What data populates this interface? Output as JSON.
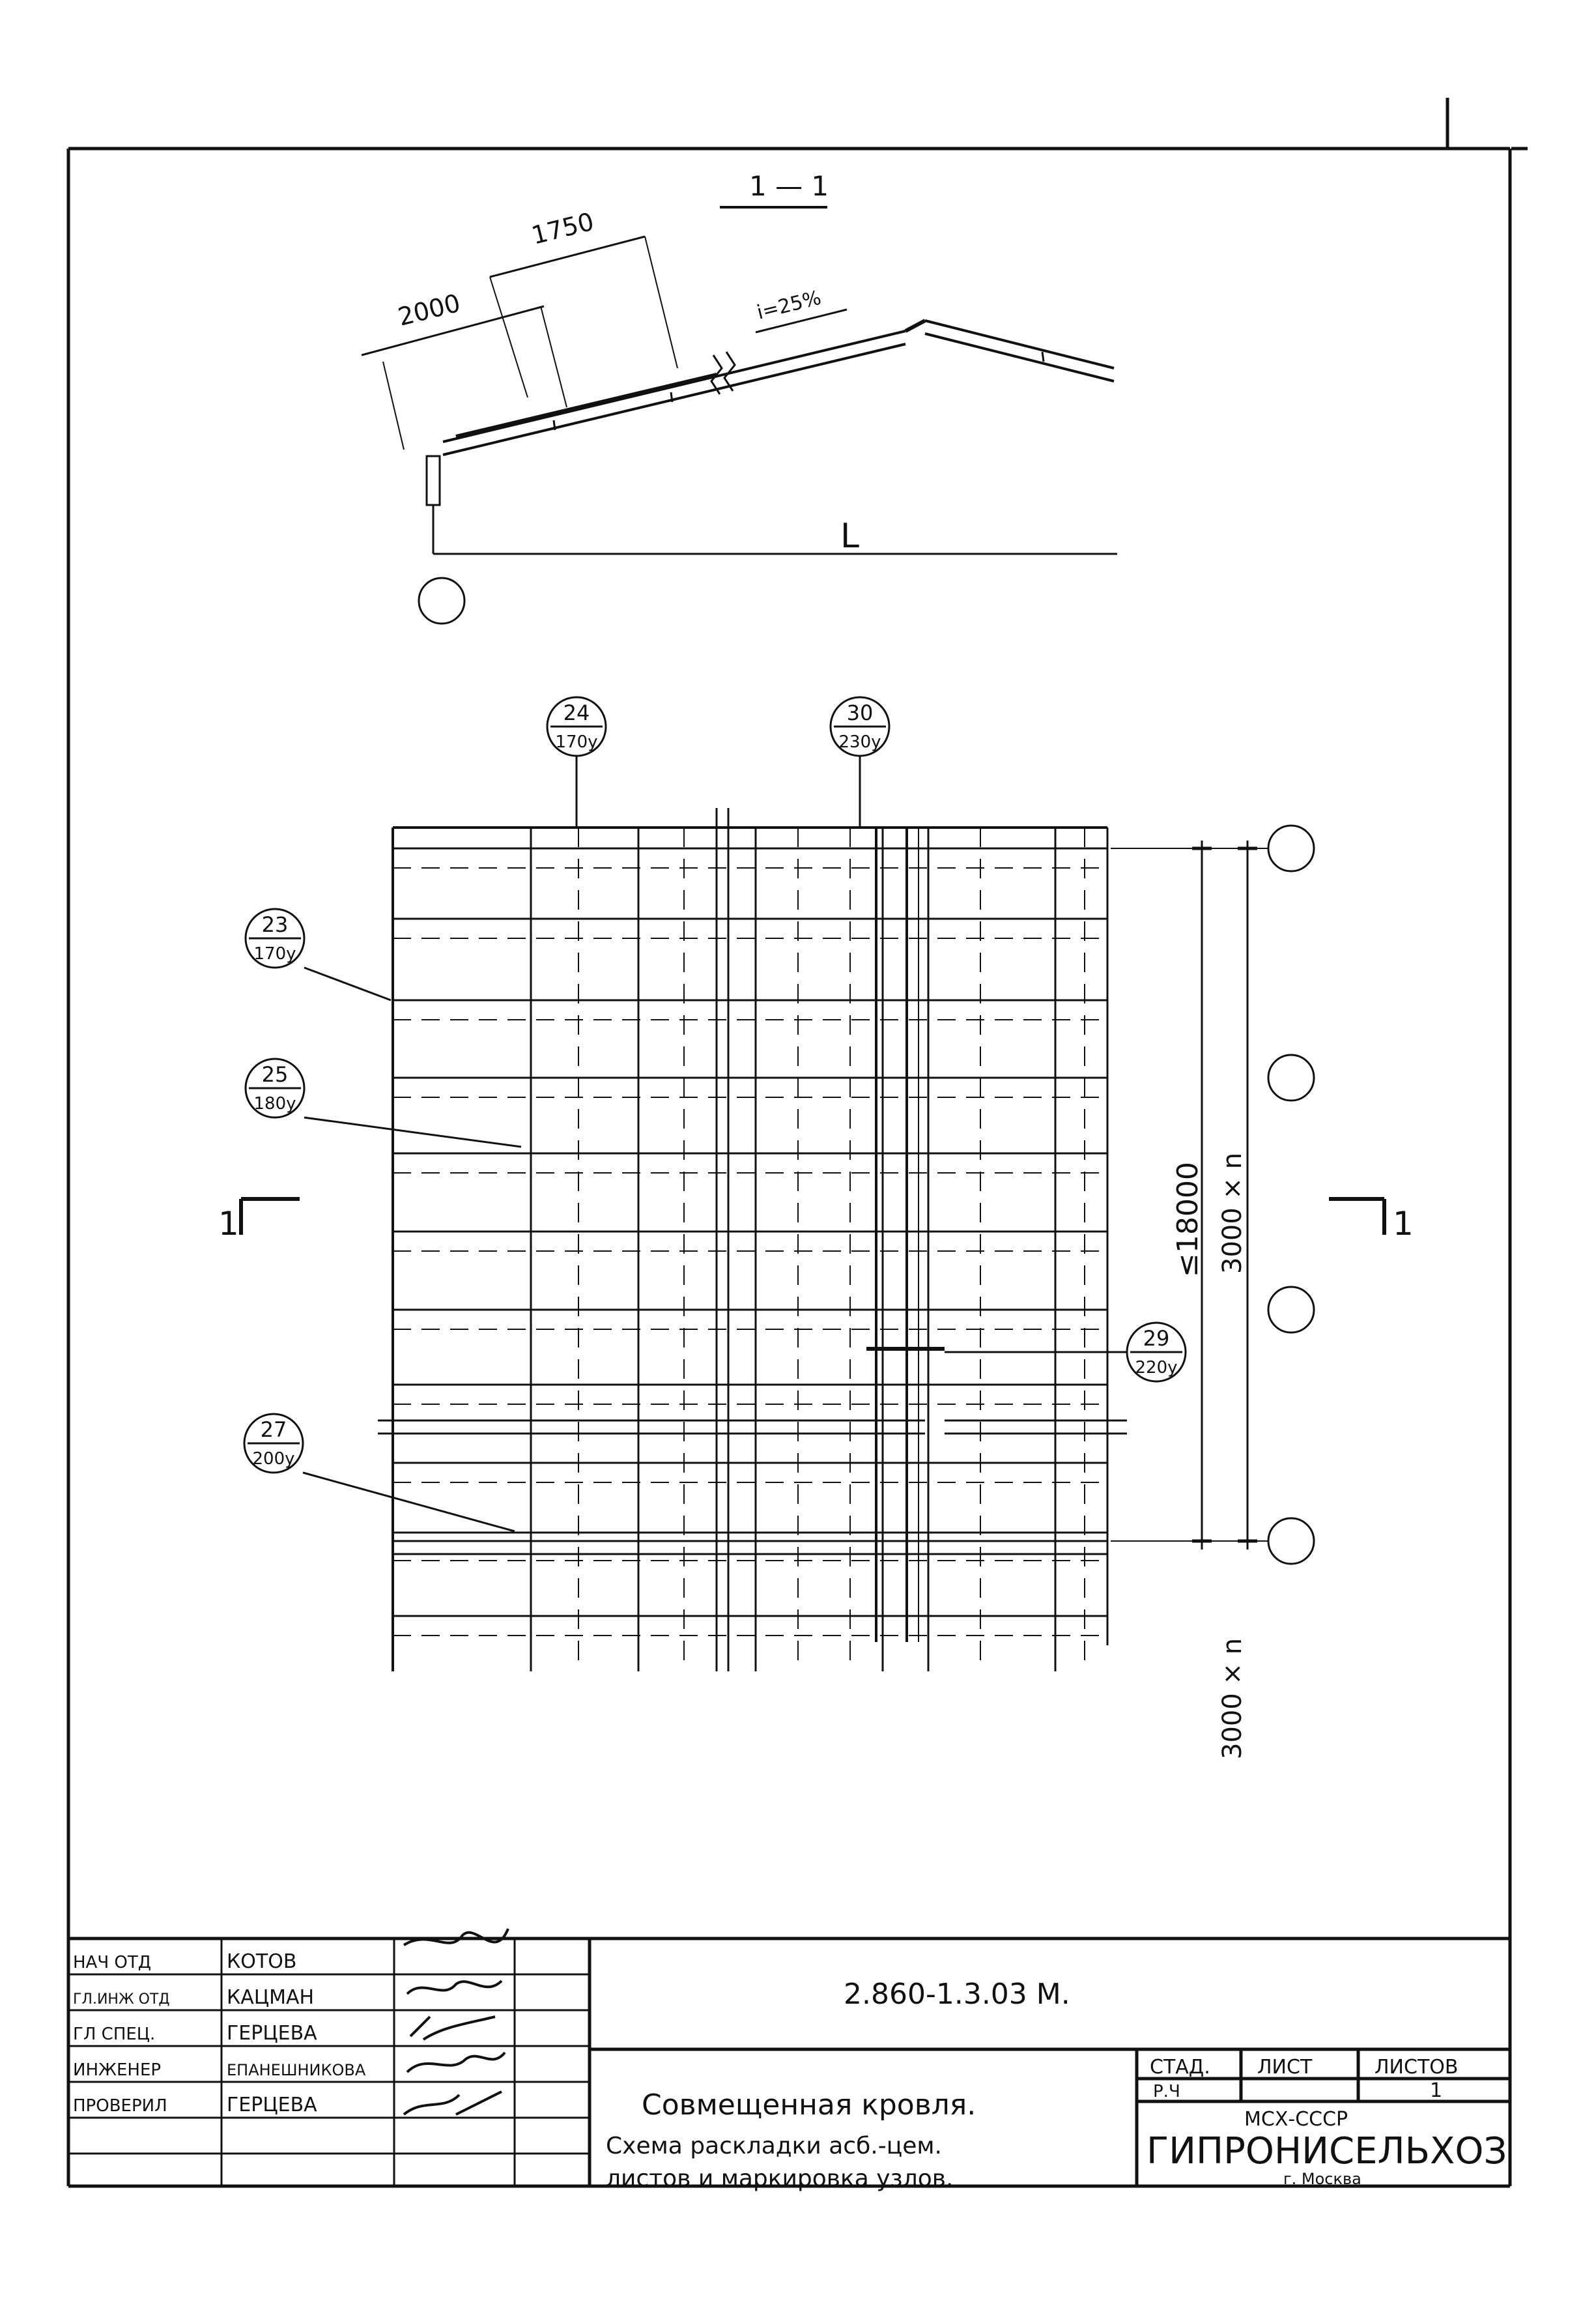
{
  "section": {
    "label": "1 — 1",
    "dim_1750": "1750",
    "dim_2000": "2000",
    "slope": "i=25%",
    "span": "L"
  },
  "plan": {
    "cut_left": "1",
    "cut_right": "1",
    "dim_total": "≤18000",
    "dim_module": "3000 × n",
    "dim_module_lower": "3000 × n"
  },
  "callouts": [
    {
      "id": "23",
      "sheet": "170у"
    },
    {
      "id": "24",
      "sheet": "170у"
    },
    {
      "id": "25",
      "sheet": "180у"
    },
    {
      "id": "27",
      "sheet": "200у"
    },
    {
      "id": "29",
      "sheet": "220у"
    },
    {
      "id": "30",
      "sheet": "230у"
    }
  ],
  "title_block": {
    "rows": [
      {
        "role": "НАЧ ОТД",
        "name": "КОТОВ"
      },
      {
        "role": "ГЛ.ИНЖ ОТД",
        "name": "КАЦМАН"
      },
      {
        "role": "ГЛ СПЕЦ.",
        "name": "ГЕРЦЕВА"
      },
      {
        "role": "ИНЖЕНЕР",
        "name": "ЕПАНЕШНИКОВА"
      },
      {
        "role": "ПРОВЕРИЛ",
        "name": "ГЕРЦЕВА"
      }
    ],
    "code": "2.860-1.3.03 М.",
    "title": "Совмещенная кровля.",
    "subtitle_1": "Схема раскладки асб.-цем.",
    "subtitle_2": "листов и маркировка узлов.",
    "stage_label": "СТАД.",
    "sheet_label": "ЛИСТ",
    "sheets_label": "ЛИСТОВ",
    "stage_value": "Р.Ч",
    "sheet_value": "",
    "sheets_value": "1",
    "org_ministry": "МСХ-СССР",
    "org_name": "ГИПРОНИСЕЛЬХОЗ",
    "org_city": "г. Москва"
  }
}
